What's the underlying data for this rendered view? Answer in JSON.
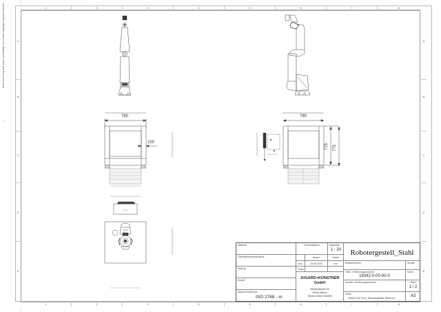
{
  "drawing": {
    "side_note": "Diese Zeichnung darf weder vervielfältigt noch Dritten zugänglich gemacht werden.",
    "zones_columns": [
      "1",
      "2",
      "3",
      "4",
      "5",
      "6",
      "7",
      "8"
    ],
    "zones_rows": [
      "A",
      "B",
      "C",
      "D",
      "E"
    ],
    "views": {
      "front_view_label": "front-view-robot-arm",
      "side_view_label": "side-view-robot-arm"
    },
    "dimensions": {
      "front_width": "780",
      "front_offset": "100",
      "side_width": "780",
      "side_inner_height": "715",
      "side_outer_height": "775"
    }
  },
  "title_block": {
    "material_label": "Material",
    "surface_label": "Oberflächenbehandlung",
    "order_label": "Auftrag",
    "customer_label": "Kunde",
    "tolerance_label": "Allgemeintoleranz",
    "tolerance_value": "ISO 2768 - m",
    "check_date_label": "Kontrolldatum",
    "scale_label": "Massstab",
    "scale_value": "1 : 20",
    "date_label": "Datum",
    "name_label": "Name",
    "drawn_label": "Gez.",
    "drawn_date": "10.06.2024",
    "drawn_name": "ma",
    "changed_label": "Geän.",
    "company_name_1": "JUGARD+KÜNSTNER",
    "company_name_2": "GmbH",
    "company_address_1": "Weidenstraße 45",
    "company_address_2": "90518 Altdorf",
    "company_phone": "Telefon 09187-936690",
    "title": "Robotergestell_Stahl",
    "article_number_label": "Artikelnummer",
    "quantity_label": "Anzahl",
    "drawing_number_label": "Teile-/ Zeichnungsnummer",
    "drawing_number": "16342-0-00-00-0",
    "index_label": "Index",
    "customer_drawing_label": "Kunden-Zeichnungsnummer",
    "sheet_label": "Blatt",
    "sheet_value": "1 / 2",
    "file_label": "Datei:",
    "file_name": "16342-0-00-00-0_Robotergestell_Stahl.iсd",
    "format": "A3"
  }
}
